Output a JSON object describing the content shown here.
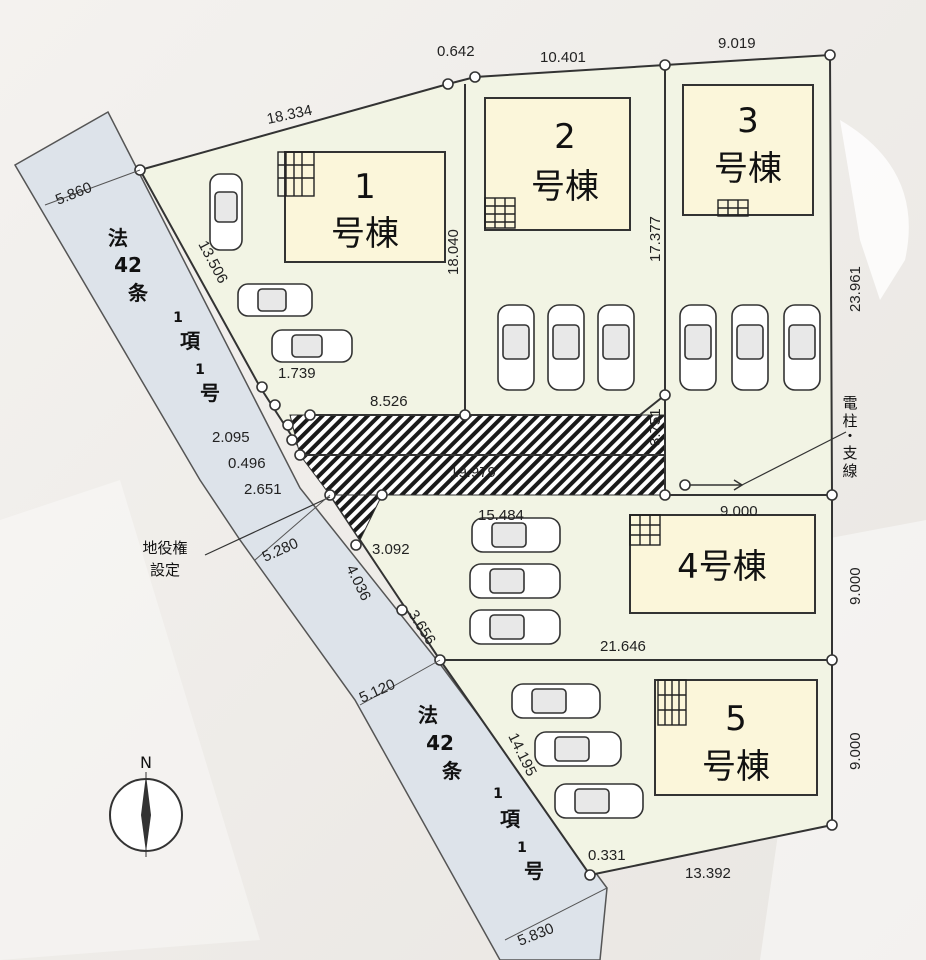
{
  "houses": [
    {
      "num": "1",
      "suffix": "号棟"
    },
    {
      "num": "2",
      "suffix": "号棟"
    },
    {
      "num": "3",
      "suffix": "号棟"
    },
    {
      "label": "4号棟"
    },
    {
      "num": "5",
      "suffix": "号棟"
    }
  ],
  "road": {
    "chars": [
      "法",
      "42",
      "条",
      "1",
      "項",
      "1",
      "号"
    ]
  },
  "notes": {
    "easement": [
      "地役権",
      "設定"
    ],
    "pole": [
      "電",
      "柱",
      "・",
      "支",
      "線"
    ],
    "north": "N"
  },
  "measurements": {
    "m_0642": "0.642",
    "m_10401": "10.401",
    "m_9019": "9.019",
    "m_18334": "18.334",
    "m_5860": "5.860",
    "m_13506": "13.506",
    "m_18040": "18.040",
    "m_17377": "17.377",
    "m_23961": "23.961",
    "m_1739": "1.739",
    "m_8526": "8.526",
    "m_2095": "2.095",
    "m_0496": "0.496",
    "m_2651": "2.651",
    "m_19979": "19.979",
    "m_3751": "3.751",
    "m_15484": "15.484",
    "m_9000a": "9.000",
    "m_5280": "5.280",
    "m_3092": "3.092",
    "m_9000b": "9.000",
    "m_4036": "4.036",
    "m_3656": "3.656",
    "m_21646": "21.646",
    "m_5120": "5.120",
    "m_9000c": "9.000",
    "m_14195": "14.195",
    "m_0331": "0.331",
    "m_13392": "13.392",
    "m_5830": "5.830"
  },
  "colors": {
    "lot_fill": "#f2f4e4",
    "house_fill": "#fbf6da",
    "road_fill": "#dfe5ec",
    "line": "#333333"
  }
}
